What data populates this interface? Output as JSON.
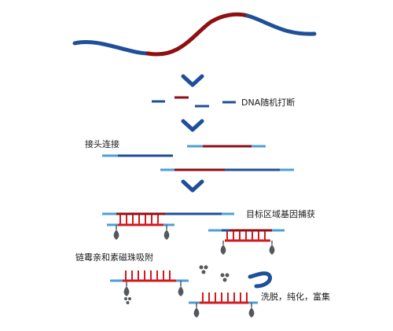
{
  "colors": {
    "dna_blue": "#1f4f98",
    "target_red": "#8e0f14",
    "adapter_light_blue": "#4d9fd9",
    "probe_red": "#d11a1f",
    "bead_grey": "#54575b",
    "arrow_blue": "#1f4f98"
  },
  "steps": {
    "fragmentation": "DNA随机打断",
    "adapter_ligation": "接头连接",
    "target_capture": "目标区域基因捕获",
    "streptavidin_binding": "链霉亲和素磁珠吸附",
    "wash_elute_enrich": "洗脱，纯化，富集"
  },
  "icons": {
    "arrow": "chevron-down-icon",
    "bead": "magnetic-bead-icon"
  }
}
